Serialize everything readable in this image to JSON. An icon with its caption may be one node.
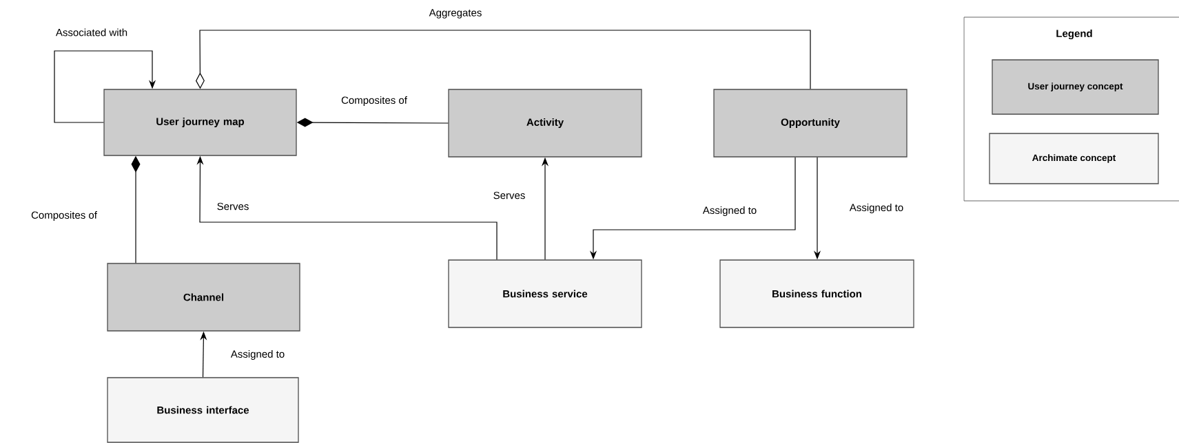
{
  "diagram": {
    "nodes": [
      {
        "text": [
          "User journey map"
        ]
      },
      {
        "text": [
          "Activity"
        ]
      },
      {
        "text": [
          "Opportunity"
        ]
      },
      {
        "text": [
          "Channel"
        ]
      },
      {
        "text": [
          "Business service"
        ]
      },
      {
        "text": [
          "Business function"
        ]
      },
      {
        "text": [
          "Business interface"
        ]
      }
    ],
    "edges": [
      {
        "from": 0,
        "to": 0,
        "arrow": "to",
        "label": "Associated with"
      },
      {
        "from": 2,
        "to": 0,
        "arrow": "other",
        "label": "Aggregates"
      },
      {
        "from": 1,
        "to": 0,
        "arrow": "other",
        "label": "Composites of"
      },
      {
        "from": 3,
        "to": 0,
        "arrow": "other",
        "label": "Composites of"
      },
      {
        "from": 4,
        "to": 0,
        "arrow": "to",
        "label": "Serves"
      },
      {
        "from": 4,
        "to": 1,
        "arrow": "to",
        "label": "Serves"
      },
      {
        "from": 2,
        "to": 4,
        "arrow": "to",
        "label": "Assigned to"
      },
      {
        "from": 2,
        "to": 5,
        "arrow": "to",
        "label": "Assigned to"
      },
      {
        "from": 6,
        "to": 3,
        "arrow": "to",
        "label": "Assigned to"
      }
    ],
    "labels": [
      "Legend"
    ],
    "legend": [
      {
        "text": "User journey concept",
        "color": "#cccccc"
      },
      {
        "text": "Archimate concept",
        "color": "#f5f5f5"
      }
    ]
  }
}
